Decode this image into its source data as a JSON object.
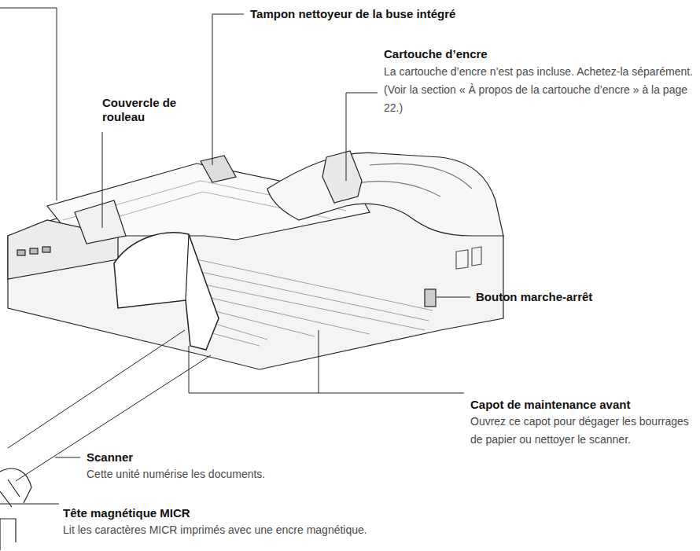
{
  "diagram": {
    "labels": [
      "Tampon nettoyeur de la buse intégré",
      "Cartouche d’encre",
      "La cartouche d’encre n’est pas incluse. Achetez-la séparément. (Voir la section « À propos de la cartouche d’encre » à la page 22.)",
      "Couvercle de rouleau",
      "Bouton marche-arrêt",
      "Capot de maintenance avant",
      "Ouvrez ce capot pour dégager les bourrages de papier ou nettoyer le scanner.",
      "Scanner",
      "Cette unité numérise les documents.",
      "Tête magnétique MICR",
      "Lit les caractères MICR imprimés avec une encre magnétique."
    ]
  }
}
